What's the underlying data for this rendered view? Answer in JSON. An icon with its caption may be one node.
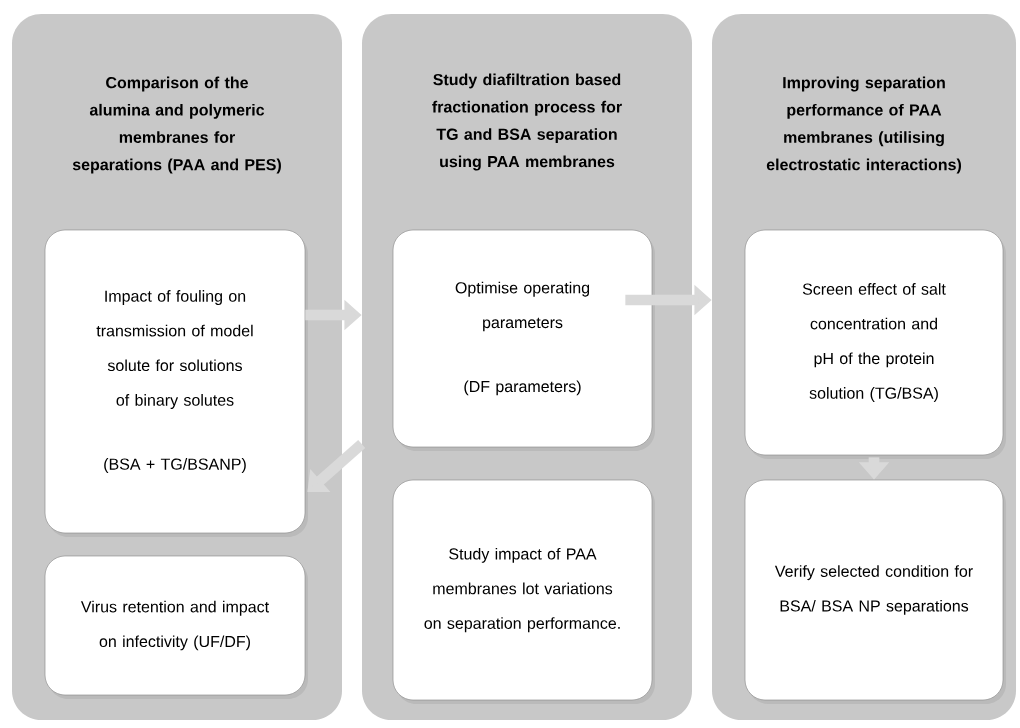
{
  "diagram": {
    "nodes": [
      {
        "text": [
          "Comparison of the alumina and polymeric membranes for separations (PAA and PES)"
        ]
      },
      {
        "text": [
          "Impact of fouling on transmission of model solute for solutions of binary solutes",
          "(BSA + TG/BSANP)"
        ],
        "in": 0
      },
      {
        "text": [
          "Virus retention and impact on infectivity (UF/DF)"
        ],
        "in": 0
      },
      {
        "text": [
          "Study diafiltration based fractionation process for TG and BSA separation using PAA membranes"
        ]
      },
      {
        "text": [
          "Optimise operating parameters",
          "(DF parameters)"
        ],
        "in": 3
      },
      {
        "text": [
          "Study impact of PAA membranes lot variations on separation performance."
        ],
        "in": 3
      },
      {
        "text": [
          "Improving separation performance of PAA membranes (utilising electrostatic interactions)"
        ]
      },
      {
        "text": [
          "Screen effect of salt concentration and pH of the protein solution (TG/BSA)"
        ],
        "in": 6
      },
      {
        "text": [
          "Verify selected condition for BSA/ BSA NP separations"
        ],
        "in": 6
      }
    ],
    "edges": [
      {
        "from": 1,
        "to": 3,
        "arrow": "to"
      },
      {
        "from": 3,
        "to": 1,
        "arrow": "to"
      },
      {
        "from": 4,
        "to": 6,
        "arrow": "to"
      },
      {
        "from": 7,
        "to": 8,
        "arrow": "to"
      }
    ]
  }
}
